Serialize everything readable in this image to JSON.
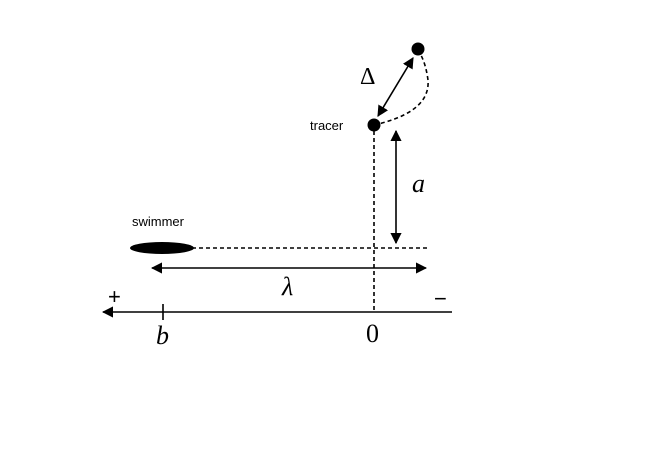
{
  "labels": {
    "tracer": "tracer",
    "swimmer": "swimmer",
    "delta": "Δ",
    "a": "a",
    "lambda": "λ",
    "plus": "+",
    "minus": "−",
    "b": "b",
    "zero": "0"
  },
  "colors": {
    "ink": "#000000",
    "background": "#ffffff"
  }
}
